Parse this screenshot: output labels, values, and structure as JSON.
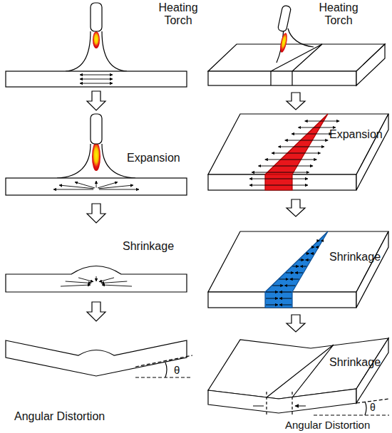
{
  "diagram": {
    "labels": [
      "Heating Torch",
      "Heating Torch",
      "Expansion",
      "Expansion",
      "Shrinkage",
      "Shrinkage",
      "Shrinkage",
      "θ",
      "θ",
      "Angular Distortion",
      "Angular Distortion"
    ]
  }
}
